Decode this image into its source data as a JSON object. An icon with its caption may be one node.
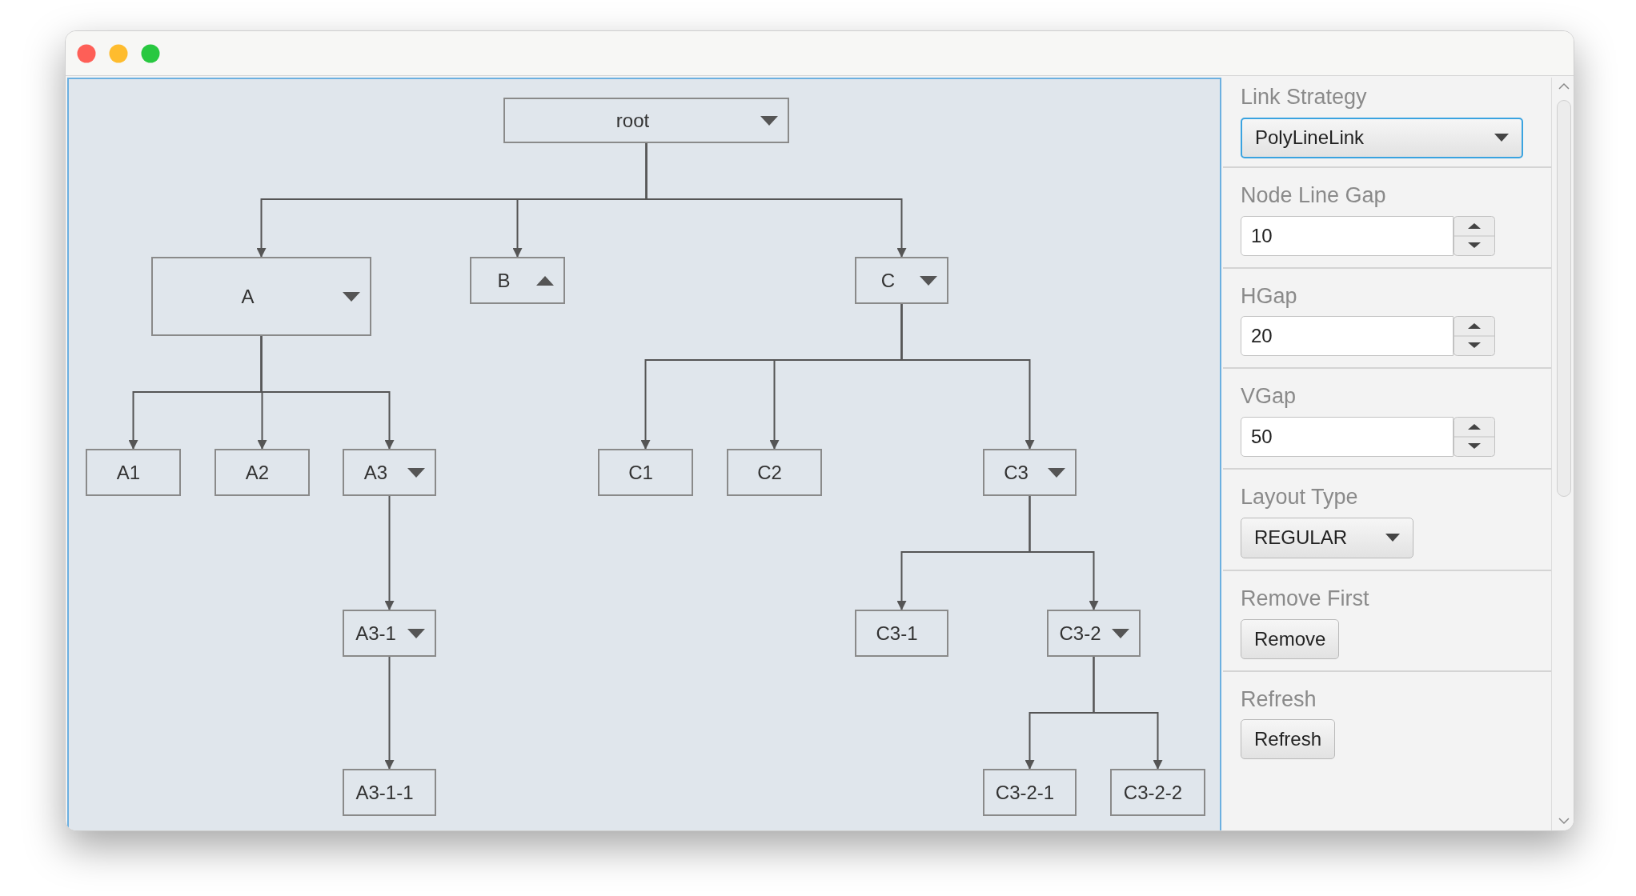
{
  "diagram": {
    "nodes": [
      {
        "text": [
          "root"
        ]
      },
      {
        "text": [
          "A"
        ]
      },
      {
        "text": [
          "B"
        ]
      },
      {
        "text": [
          "C"
        ]
      },
      {
        "text": [
          "A1"
        ]
      },
      {
        "text": [
          "A2"
        ]
      },
      {
        "text": [
          "A3"
        ]
      },
      {
        "text": [
          "C1"
        ]
      },
      {
        "text": [
          "C2"
        ]
      },
      {
        "text": [
          "C3"
        ]
      },
      {
        "text": [
          "A3-1"
        ]
      },
      {
        "text": [
          "C3-1"
        ]
      },
      {
        "text": [
          "C3-2"
        ]
      },
      {
        "text": [
          "A3-1-1"
        ]
      },
      {
        "text": [
          "C3-2-1"
        ]
      },
      {
        "text": [
          "C3-2-2"
        ]
      }
    ],
    "edges": [
      {
        "from": 0,
        "to": 1,
        "arrow": "to"
      },
      {
        "from": 0,
        "to": 2,
        "arrow": "to"
      },
      {
        "from": 0,
        "to": 3,
        "arrow": "to"
      },
      {
        "from": 1,
        "to": 4,
        "arrow": "to"
      },
      {
        "from": 1,
        "to": 5,
        "arrow": "to"
      },
      {
        "from": 1,
        "to": 6,
        "arrow": "to"
      },
      {
        "from": 3,
        "to": 7,
        "arrow": "to"
      },
      {
        "from": 3,
        "to": 8,
        "arrow": "to"
      },
      {
        "from": 3,
        "to": 9,
        "arrow": "to"
      },
      {
        "from": 6,
        "to": 10,
        "arrow": "to"
      },
      {
        "from": 9,
        "to": 11,
        "arrow": "to"
      },
      {
        "from": 9,
        "to": 12,
        "arrow": "to"
      },
      {
        "from": 10,
        "to": 13,
        "arrow": "to"
      },
      {
        "from": 12,
        "to": 14,
        "arrow": "to"
      },
      {
        "from": 12,
        "to": 15,
        "arrow": "to"
      }
    ],
    "labels": [
      "Link Strategy",
      "PolyLineLink",
      "Node Line Gap",
      "10",
      "HGap",
      "20",
      "VGap",
      "50",
      "Layout Type",
      "REGULAR",
      "Remove First",
      "Remove",
      "Refresh",
      "Refresh"
    ]
  }
}
